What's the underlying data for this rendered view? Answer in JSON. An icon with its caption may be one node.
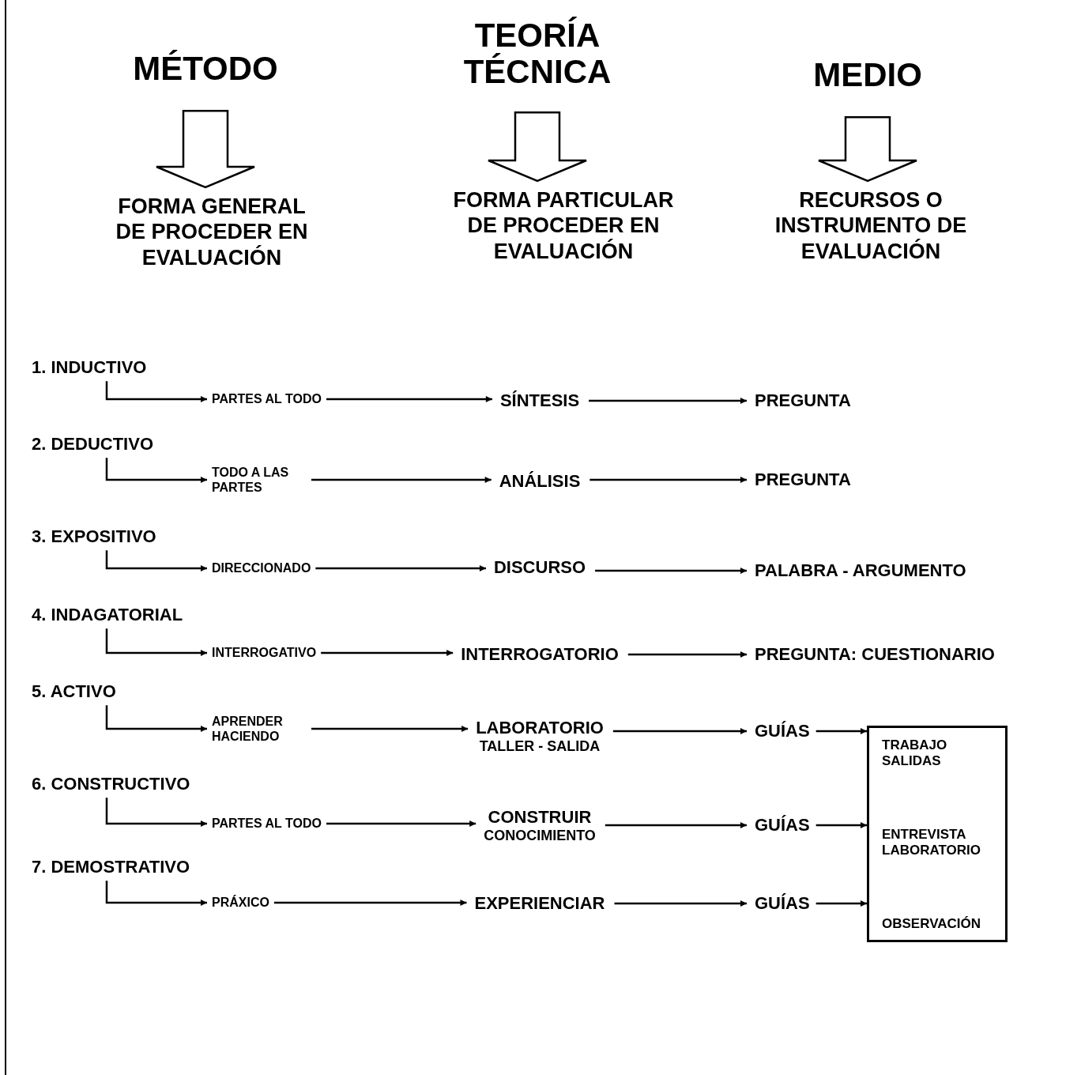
{
  "diagram": {
    "nodes": [
      {
        "text": [
          "MÉTODO"
        ]
      },
      {
        "text": [
          "TEORÍA TÉCNICA"
        ]
      },
      {
        "text": [
          "MEDIO"
        ]
      },
      {
        "text": [
          "FORMA GENERAL DE PROCEDER EN EVALUACIÓN"
        ]
      },
      {
        "text": [
          "FORMA PARTICULAR DE PROCEDER EN EVALUACIÓN"
        ]
      },
      {
        "text": [
          "RECURSOS O INSTRUMENTO DE EVALUACIÓN"
        ]
      },
      {
        "text": [
          "1. INDUCTIVO"
        ]
      },
      {
        "text": [
          "PARTES AL TODO"
        ]
      },
      {
        "text": [
          "SÍNTESIS"
        ]
      },
      {
        "text": [
          "PREGUNTA"
        ]
      },
      {
        "text": [
          "2. DEDUCTIVO"
        ]
      },
      {
        "text": [
          "TODO A LAS PARTES"
        ]
      },
      {
        "text": [
          "ANÁLISIS"
        ]
      },
      {
        "text": [
          "PREGUNTA"
        ]
      },
      {
        "text": [
          "3. EXPOSITIVO"
        ]
      },
      {
        "text": [
          "DIRECCIONADO"
        ]
      },
      {
        "text": [
          "DISCURSO"
        ]
      },
      {
        "text": [
          "PALABRA - ARGUMENTO"
        ]
      },
      {
        "text": [
          "4. INDAGATORIAL"
        ]
      },
      {
        "text": [
          "INTERROGATIVO"
        ]
      },
      {
        "text": [
          "INTERROGATORIO"
        ]
      },
      {
        "text": [
          "PREGUNTA: CUESTIONARIO"
        ]
      },
      {
        "text": [
          "5. ACTIVO"
        ]
      },
      {
        "text": [
          "APRENDER HACIENDO"
        ]
      },
      {
        "text": [
          "LABORATORIO",
          "TALLER - SALIDA"
        ]
      },
      {
        "text": [
          "GUÍAS"
        ]
      },
      {
        "text": [
          "6. CONSTRUCTIVO"
        ]
      },
      {
        "text": [
          "PARTES AL TODO"
        ]
      },
      {
        "text": [
          "CONSTRUIR",
          "CONOCIMIENTO"
        ]
      },
      {
        "text": [
          "GUÍAS"
        ]
      },
      {
        "text": [
          "7. DEMOSTRATIVO"
        ]
      },
      {
        "text": [
          "PRÁXICO"
        ]
      },
      {
        "text": [
          "EXPERIENCIAR"
        ]
      },
      {
        "text": [
          "GUÍAS"
        ]
      },
      {
        "text": [
          "TRABAJO SALIDAS",
          "ENTREVISTA LABORATORIO",
          "OBSERVACIÓN"
        ]
      }
    ],
    "edges": [
      {
        "from": 0,
        "to": 3,
        "arrow": "to",
        "style": "thick"
      },
      {
        "from": 1,
        "to": 4,
        "arrow": "to",
        "style": "thick"
      },
      {
        "from": 2,
        "to": 5,
        "arrow": "to",
        "style": "thick"
      },
      {
        "from": 6,
        "to": 7,
        "arrow": "to"
      },
      {
        "from": 7,
        "to": 8,
        "arrow": "to"
      },
      {
        "from": 8,
        "to": 9,
        "arrow": "to"
      },
      {
        "from": 10,
        "to": 11,
        "arrow": "to"
      },
      {
        "from": 11,
        "to": 12,
        "arrow": "to"
      },
      {
        "from": 12,
        "to": 13,
        "arrow": "to"
      },
      {
        "from": 14,
        "to": 15,
        "arrow": "to"
      },
      {
        "from": 15,
        "to": 16,
        "arrow": "to"
      },
      {
        "from": 16,
        "to": 17,
        "arrow": "to"
      },
      {
        "from": 18,
        "to": 19,
        "arrow": "to"
      },
      {
        "from": 19,
        "to": 20,
        "arrow": "to"
      },
      {
        "from": 20,
        "to": 21,
        "arrow": "to"
      },
      {
        "from": 22,
        "to": 23,
        "arrow": "to"
      },
      {
        "from": 23,
        "to": 24,
        "arrow": "to"
      },
      {
        "from": 24,
        "to": 25,
        "arrow": "to"
      },
      {
        "from": 26,
        "to": 27,
        "arrow": "to"
      },
      {
        "from": 27,
        "to": 28,
        "arrow": "to"
      },
      {
        "from": 28,
        "to": 29,
        "arrow": "to"
      },
      {
        "from": 30,
        "to": 31,
        "arrow": "to"
      },
      {
        "from": 31,
        "to": 32,
        "arrow": "to"
      },
      {
        "from": 32,
        "to": 33,
        "arrow": "to"
      },
      {
        "from": 25,
        "to": 34,
        "arrow": "to"
      },
      {
        "from": 29,
        "to": 34,
        "arrow": "to"
      },
      {
        "from": 33,
        "to": 34,
        "arrow": "to"
      }
    ]
  }
}
